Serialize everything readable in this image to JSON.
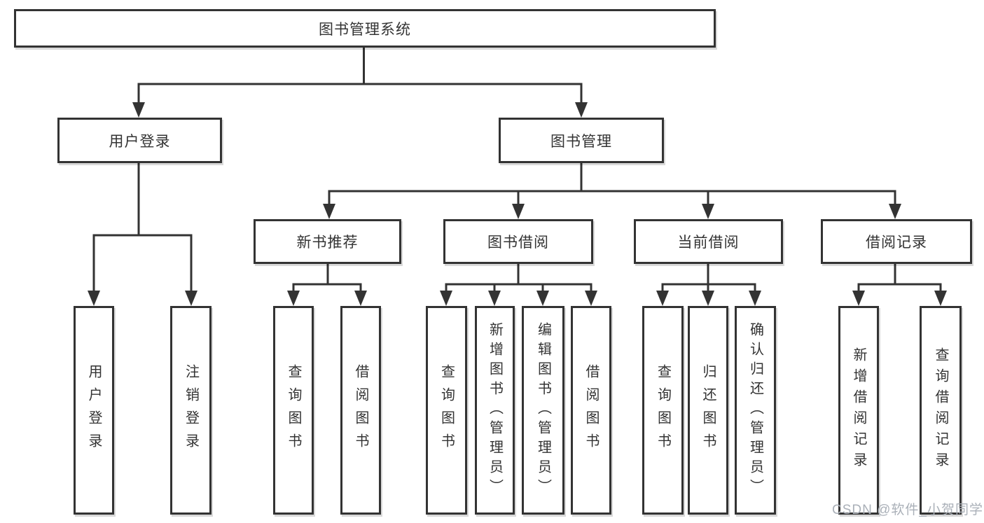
{
  "colors": {
    "line": "#333333",
    "text": "#333333",
    "watermark": "#aab0b8",
    "background": "#ffffff"
  },
  "watermark": {
    "text": "CSDN @软件_小贺同学"
  },
  "tree": {
    "root": {
      "label": "图书管理系统",
      "children": [
        {
          "label": "用户登录",
          "children": [
            {
              "label": "用户登录"
            },
            {
              "label": "注销登录"
            }
          ]
        },
        {
          "label": "图书管理",
          "children": [
            {
              "label": "新书推荐",
              "children": [
                {
                  "label": "查询图书"
                },
                {
                  "label": "借阅图书"
                }
              ]
            },
            {
              "label": "图书借阅",
              "children": [
                {
                  "label": "查询图书"
                },
                {
                  "label": "新增图书（管理员）"
                },
                {
                  "label": "编辑图书（管理员）"
                },
                {
                  "label": "借阅图书"
                }
              ]
            },
            {
              "label": "当前借阅",
              "children": [
                {
                  "label": "查询图书"
                },
                {
                  "label": "归还图书"
                },
                {
                  "label": "确认归还（管理员）"
                }
              ]
            },
            {
              "label": "借阅记录",
              "children": [
                {
                  "label": "新增借阅记录"
                },
                {
                  "label": "查询借阅记录"
                }
              ]
            }
          ]
        }
      ]
    }
  }
}
